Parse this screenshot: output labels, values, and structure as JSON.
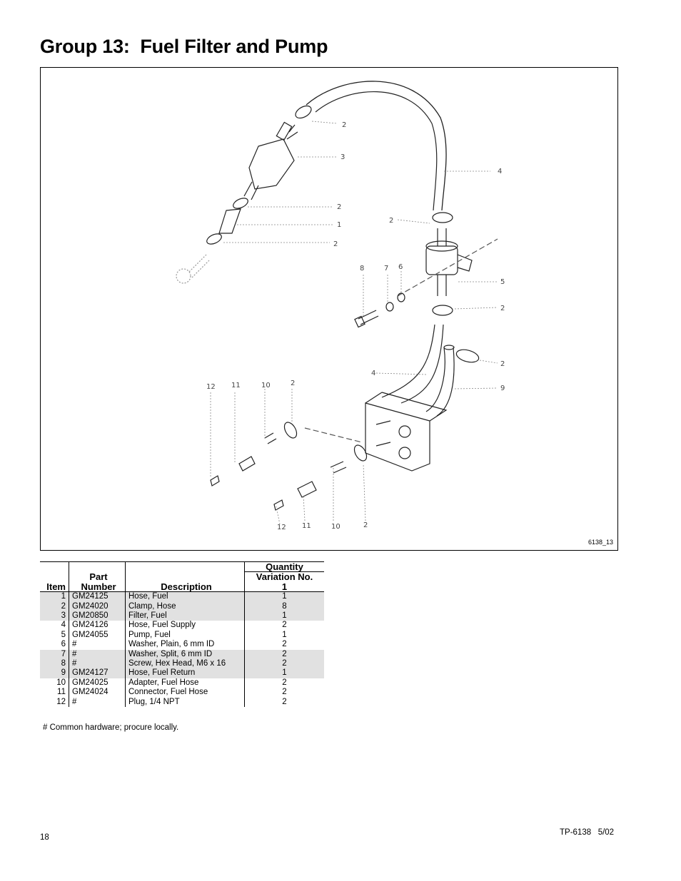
{
  "title": "Group 13:  Fuel Filter and Pump",
  "figure": {
    "figure_id": "6138_13",
    "callouts": [
      "1",
      "2",
      "3",
      "4",
      "5",
      "6",
      "7",
      "8",
      "9",
      "10",
      "11",
      "12"
    ]
  },
  "table": {
    "header": {
      "item": "Item",
      "part_line1": "Part",
      "part_line2": "Number",
      "description": "Description",
      "quantity": "Quantity",
      "variation": "Variation No.",
      "variation_number": "1"
    },
    "rows": [
      {
        "item": "1",
        "part": "GM24125",
        "description": "Hose, Fuel",
        "qty": "1"
      },
      {
        "item": "2",
        "part": "GM24020",
        "description": "Clamp, Hose",
        "qty": "8"
      },
      {
        "item": "3",
        "part": "GM20850",
        "description": "Filter, Fuel",
        "qty": "1"
      },
      {
        "item": "4",
        "part": "GM24126",
        "description": "Hose, Fuel Supply",
        "qty": "2"
      },
      {
        "item": "5",
        "part": "GM24055",
        "description": "Pump, Fuel",
        "qty": "1"
      },
      {
        "item": "6",
        "part": "#",
        "description": "Washer, Plain, 6 mm ID",
        "qty": "2"
      },
      {
        "item": "7",
        "part": "#",
        "description": "Washer, Split, 6 mm ID",
        "qty": "2"
      },
      {
        "item": "8",
        "part": "#",
        "description": "Screw, Hex Head, M6 x 16",
        "qty": "2"
      },
      {
        "item": "9",
        "part": "GM24127",
        "description": "Hose, Fuel Return",
        "qty": "1"
      },
      {
        "item": "10",
        "part": "GM24025",
        "description": "Adapter, Fuel Hose",
        "qty": "2"
      },
      {
        "item": "11",
        "part": "GM24024",
        "description": "Connector, Fuel Hose",
        "qty": "2"
      },
      {
        "item": "12",
        "part": "#",
        "description": "Plug, 1/4 NPT",
        "qty": "2"
      }
    ]
  },
  "footnote": "#  Common hardware; procure locally.",
  "page_number": "18",
  "doc_id": "TP-6138   5/02"
}
